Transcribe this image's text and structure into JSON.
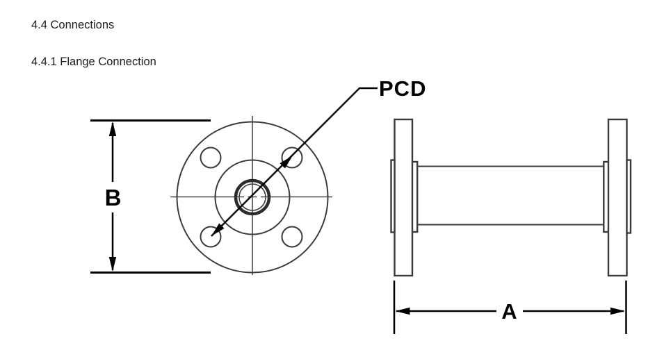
{
  "document": {
    "section_heading": "4.4 Connections",
    "subsection_heading": "4.4.1 Flange Connection"
  },
  "figure": {
    "dimension_labels": {
      "pitch_circle_diameter": "PCD",
      "flange_diameter": "B",
      "overall_length": "A"
    }
  },
  "colors": {
    "background": "#ffffff",
    "drawing_line": "#3a3a3a",
    "centerline": "#4a4a4a",
    "dimension_ink": "#000000",
    "heading_text": "#1c1c1c"
  }
}
